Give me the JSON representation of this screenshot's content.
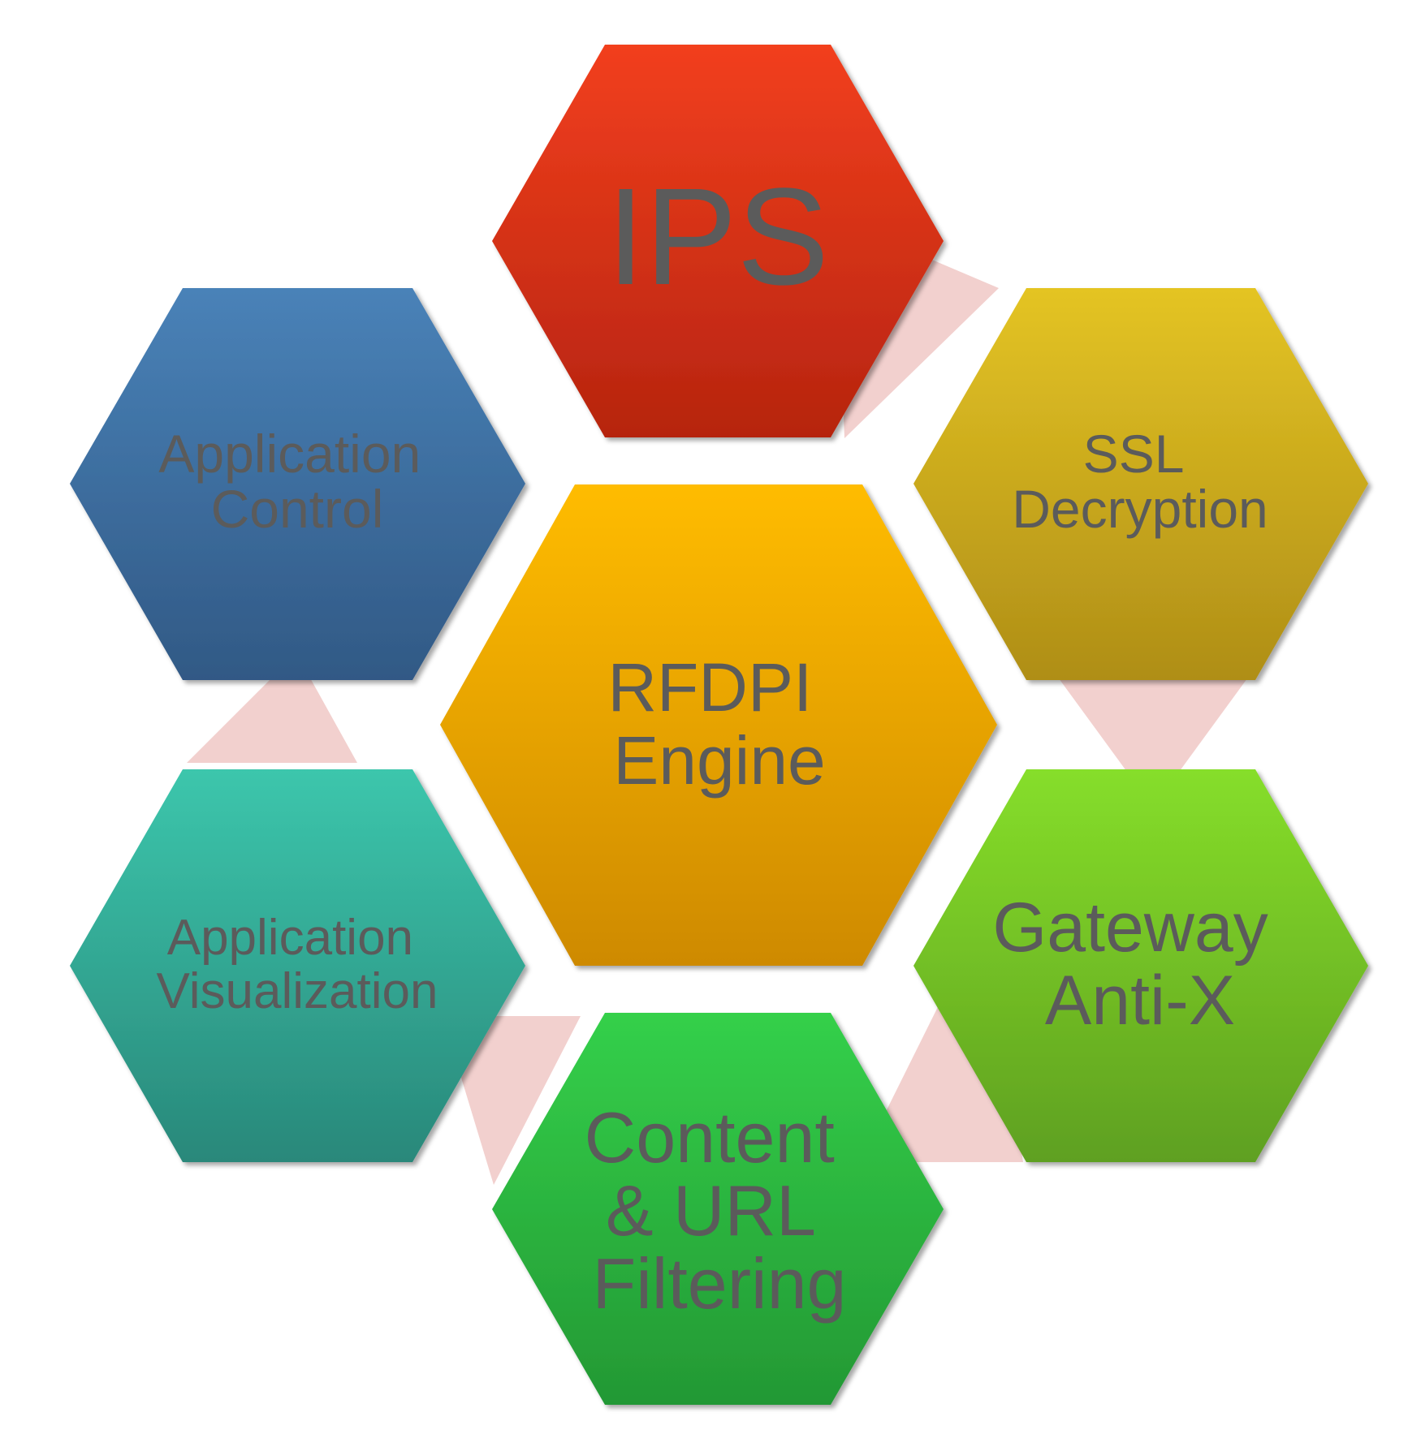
{
  "diagram": {
    "center": {
      "lines": [
        "RFDPI",
        "Engine"
      ],
      "color_top": "#FFBC00",
      "color_bottom": "#CE8A00"
    },
    "ips": {
      "lines": [
        "IPS"
      ],
      "color_top": "#F23F1E",
      "color_bottom": "#B6240F"
    },
    "ssl": {
      "lines": [
        "SSL",
        "Decryption"
      ],
      "color_top": "#E4C424",
      "color_bottom": "#AF8E17"
    },
    "gateway": {
      "lines": [
        "Gateway",
        "Anti-X"
      ],
      "color_top": "#86DE2A",
      "color_bottom": "#5FA020"
    },
    "content": {
      "lines": [
        "Content",
        "& URL",
        "Filtering"
      ],
      "color_top": "#34D04A",
      "color_bottom": "#239834"
    },
    "visualization": {
      "lines": [
        "Application",
        "Visualization"
      ],
      "color_top": "#3CC6AC",
      "color_bottom": "#29887A"
    },
    "control": {
      "lines": [
        "Application",
        "Control"
      ],
      "color_top": "#4982B8",
      "color_bottom": "#315985"
    },
    "text_color": "#5B5B5B",
    "connector_color": "#F2D0CE"
  }
}
